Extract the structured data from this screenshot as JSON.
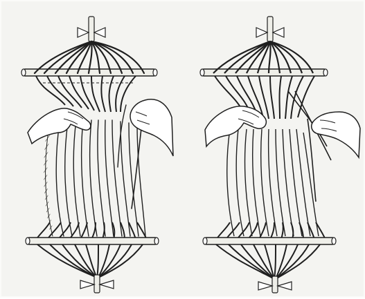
{
  "figure": {
    "panels": [
      {
        "id": "left",
        "subject": "sprang-frame-hands-left"
      },
      {
        "id": "right",
        "subject": "sprang-frame-hands-right"
      }
    ]
  },
  "colors": {
    "background": "#f4f4f1",
    "ink": "#1f1f1f",
    "thread_fill": "#f7f7f2",
    "rod": "#efefe9",
    "hand": "#ffffff"
  }
}
